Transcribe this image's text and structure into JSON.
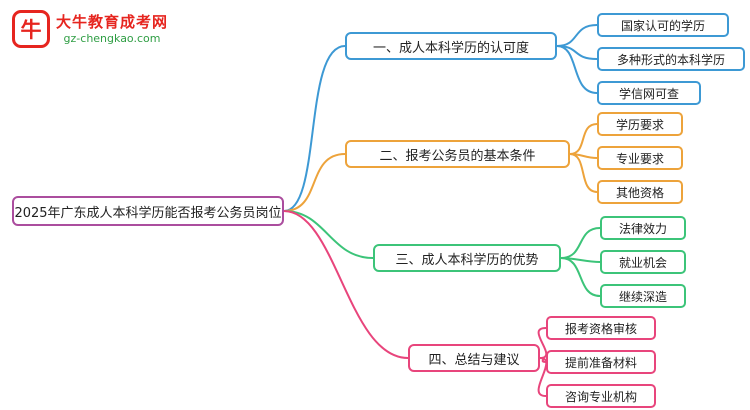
{
  "logo": {
    "title": "大牛教育成考网",
    "subtitle": "gz-chengkao.com",
    "icon_char": "牛",
    "title_color": "#e6251f",
    "subtitle_color": "#2f9e44"
  },
  "root": {
    "label": "2025年广东成人本科学历能否报考公务员岗位",
    "color": "#ab4d9e"
  },
  "branches": [
    {
      "label": "一、成人本科学历的认可度",
      "color": "#3d99d4",
      "children": [
        "国家认可的学历",
        "多种形式的本科学历",
        "学信网可查"
      ]
    },
    {
      "label": "二、报考公务员的基本条件",
      "color": "#eda33b",
      "children": [
        "学历要求",
        "专业要求",
        "其他资格"
      ]
    },
    {
      "label": "三、成人本科学历的优势",
      "color": "#3cc479",
      "children": [
        "法律效力",
        "就业机会",
        "继续深造"
      ]
    },
    {
      "label": "四、总结与建议",
      "color": "#e8457c",
      "children": [
        "报考资格审核",
        "提前准备材料",
        "咨询专业机构"
      ]
    }
  ]
}
